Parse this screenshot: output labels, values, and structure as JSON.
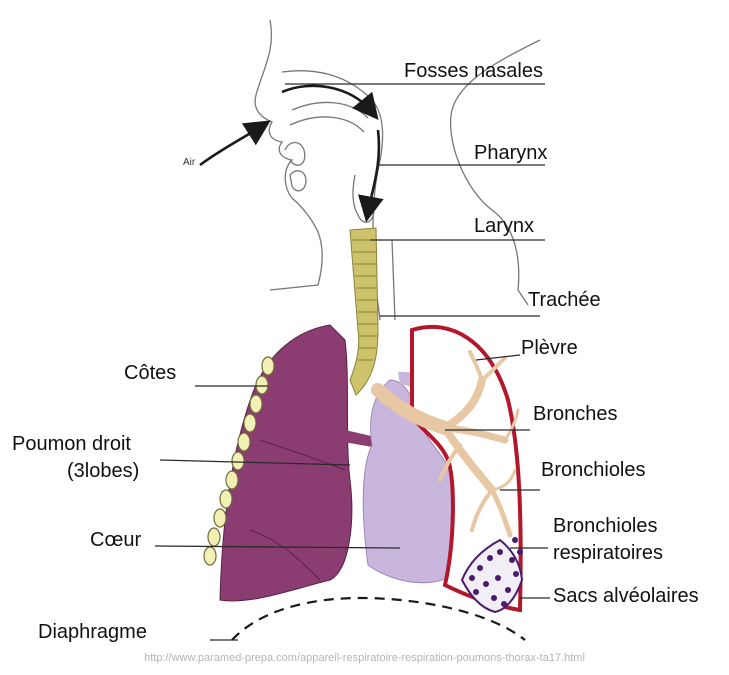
{
  "diagram": {
    "labels": {
      "fosses_nasales": "Fosses nasales",
      "pharynx": "Pharynx",
      "larynx": "Larynx",
      "trachee": "Trachée",
      "plevre": "Plèvre",
      "cotes": "Côtes",
      "bronches": "Bronches",
      "poumon_droit_1": "Poumon droit",
      "poumon_droit_2": "(3lobes)",
      "bronchioles": "Bronchioles",
      "bronchioles_resp_1": "Bronchioles",
      "bronchioles_resp_2": "respiratoires",
      "coeur": "Cœur",
      "sacs_alveolaires": "Sacs alvéolaires",
      "diaphragme": "Diaphragme",
      "air": "Air"
    },
    "source_url": "http://www.paramed-prepa.com/appareil-respiratoire-respiration-poumons-thorax-ta17.html",
    "colors": {
      "lung_right": "#8b3d72",
      "heart": "#c9b6dc",
      "trachea": "#cdc36b",
      "bronchi": "#e8c7a4",
      "pleura": "#b3172c",
      "alveoli": "#4a1a6e",
      "ribs": "#f2f0b4"
    }
  }
}
